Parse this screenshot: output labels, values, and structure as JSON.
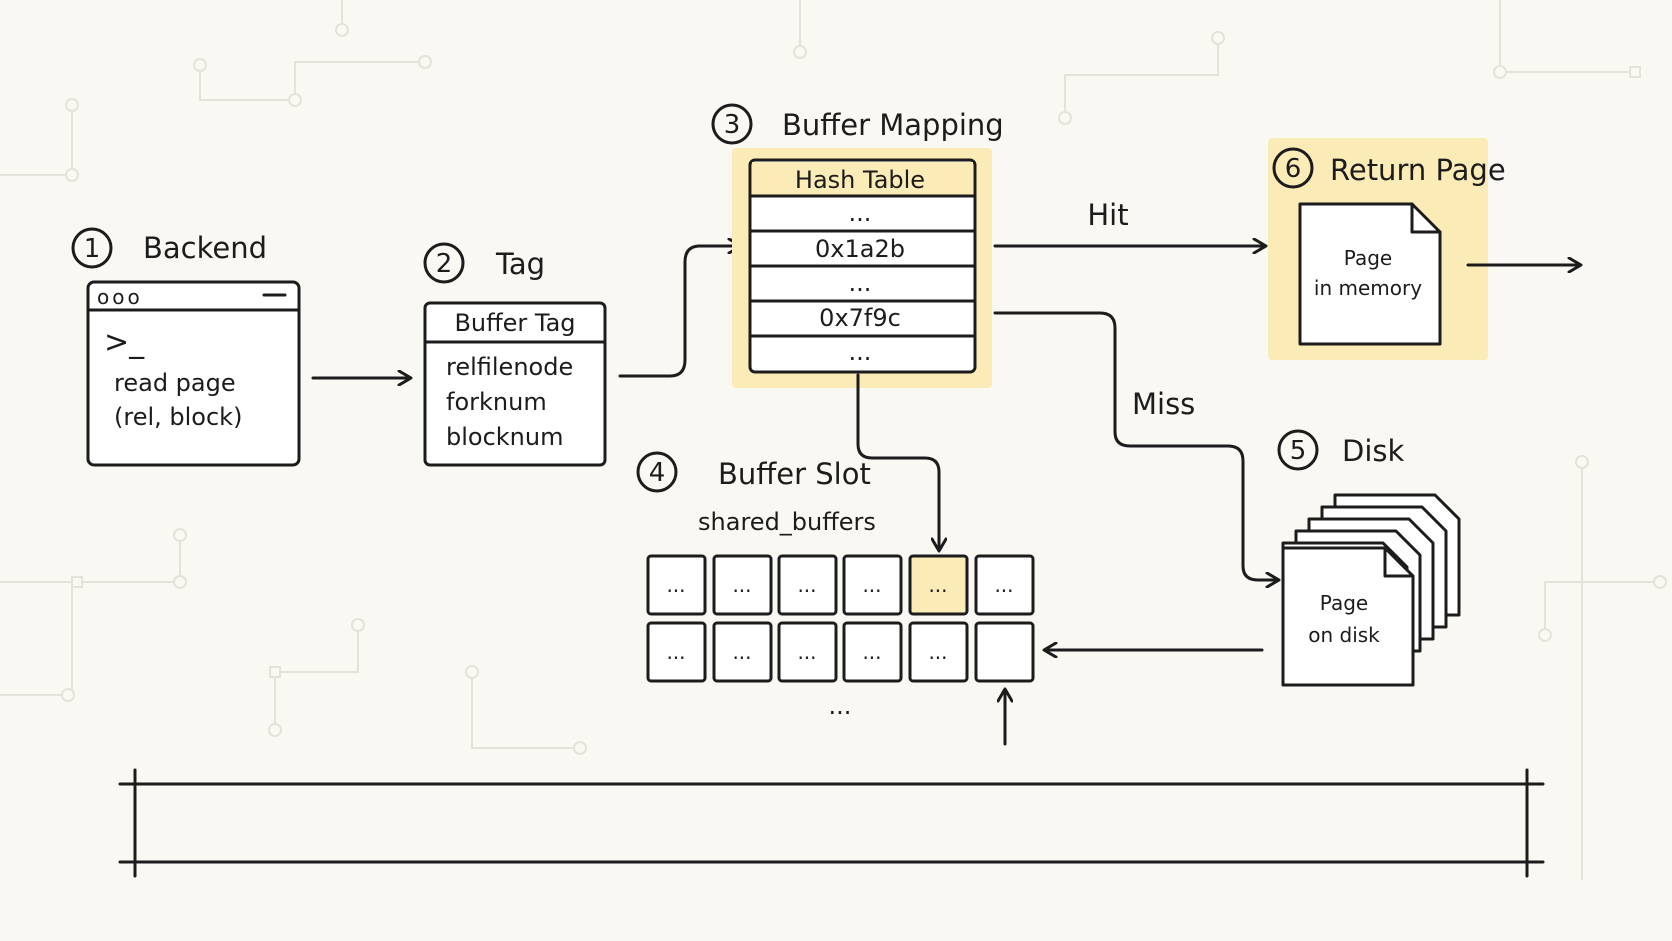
{
  "steps": {
    "backend": {
      "number": "1",
      "title": "Backend",
      "prompt": ">_",
      "line1": "read page",
      "line2": "(rel, block)",
      "window_dots": "ooo"
    },
    "tag": {
      "number": "2",
      "title": "Tag",
      "header": "Buffer Tag",
      "fields": [
        "relfilenode",
        "forknum",
        "blocknum"
      ]
    },
    "mapping": {
      "number": "3",
      "title": "Buffer Mapping",
      "header": "Hash Table",
      "rows": [
        "...",
        "0x1a2b",
        "...",
        "0x7f9c",
        "..."
      ]
    },
    "slot": {
      "number": "4",
      "title": "Buffer Slot",
      "subtitle": "shared_buffers",
      "grid_row1": [
        "...",
        "...",
        "...",
        "...",
        "...",
        "..."
      ],
      "grid_row2": [
        "...",
        "...",
        "...",
        "...",
        "...",
        ""
      ],
      "more": "..."
    },
    "disk": {
      "number": "5",
      "title": "Disk",
      "page_line1": "Page",
      "page_line2": "on disk"
    },
    "return_page": {
      "number": "6",
      "title": "Return Page",
      "page_line1": "Page",
      "page_line2": "in memory"
    }
  },
  "edges": {
    "hit": "Hit",
    "miss": "Miss"
  },
  "colors": {
    "highlight": "#fbecb7",
    "ink": "#1c1c1c",
    "background": "#faf8f3"
  }
}
